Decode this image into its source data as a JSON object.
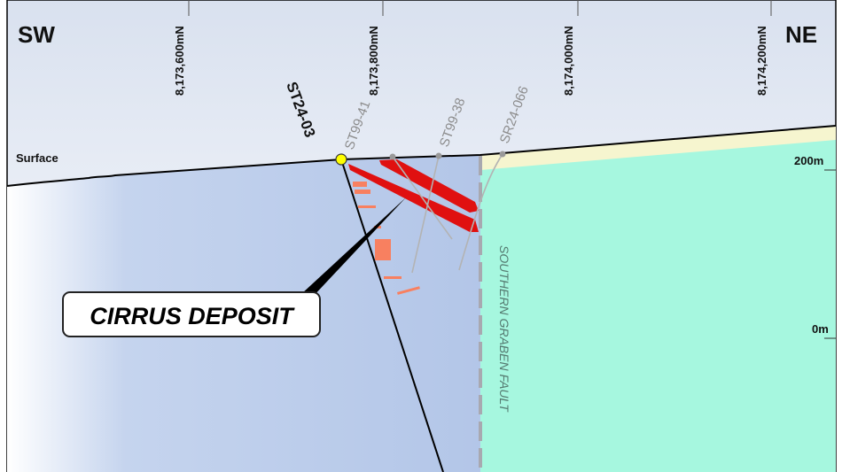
{
  "directions": {
    "left": "SW",
    "right": "NE"
  },
  "northings": [
    "8,173,600mN",
    "8,173,800mN",
    "8,174,000mN",
    "8,174,200mN"
  ],
  "surface_label": "Surface",
  "elevations": [
    "200m",
    "0m"
  ],
  "drillholes": {
    "primary": "ST24-03",
    "others": [
      "ST99-41",
      "ST99-38",
      "SR24-066"
    ]
  },
  "deposit_label": "CIRRUS DEPOSIT",
  "fault_label": "SOUTHERN GRABEN FAULT",
  "colors": {
    "host_rock": "#b7c9e8",
    "graben": "#a6f7df",
    "cover": "#f6f5cf",
    "mineralisation": "#e01010",
    "anomaly": "#f88060",
    "collar": "#ffff00"
  }
}
